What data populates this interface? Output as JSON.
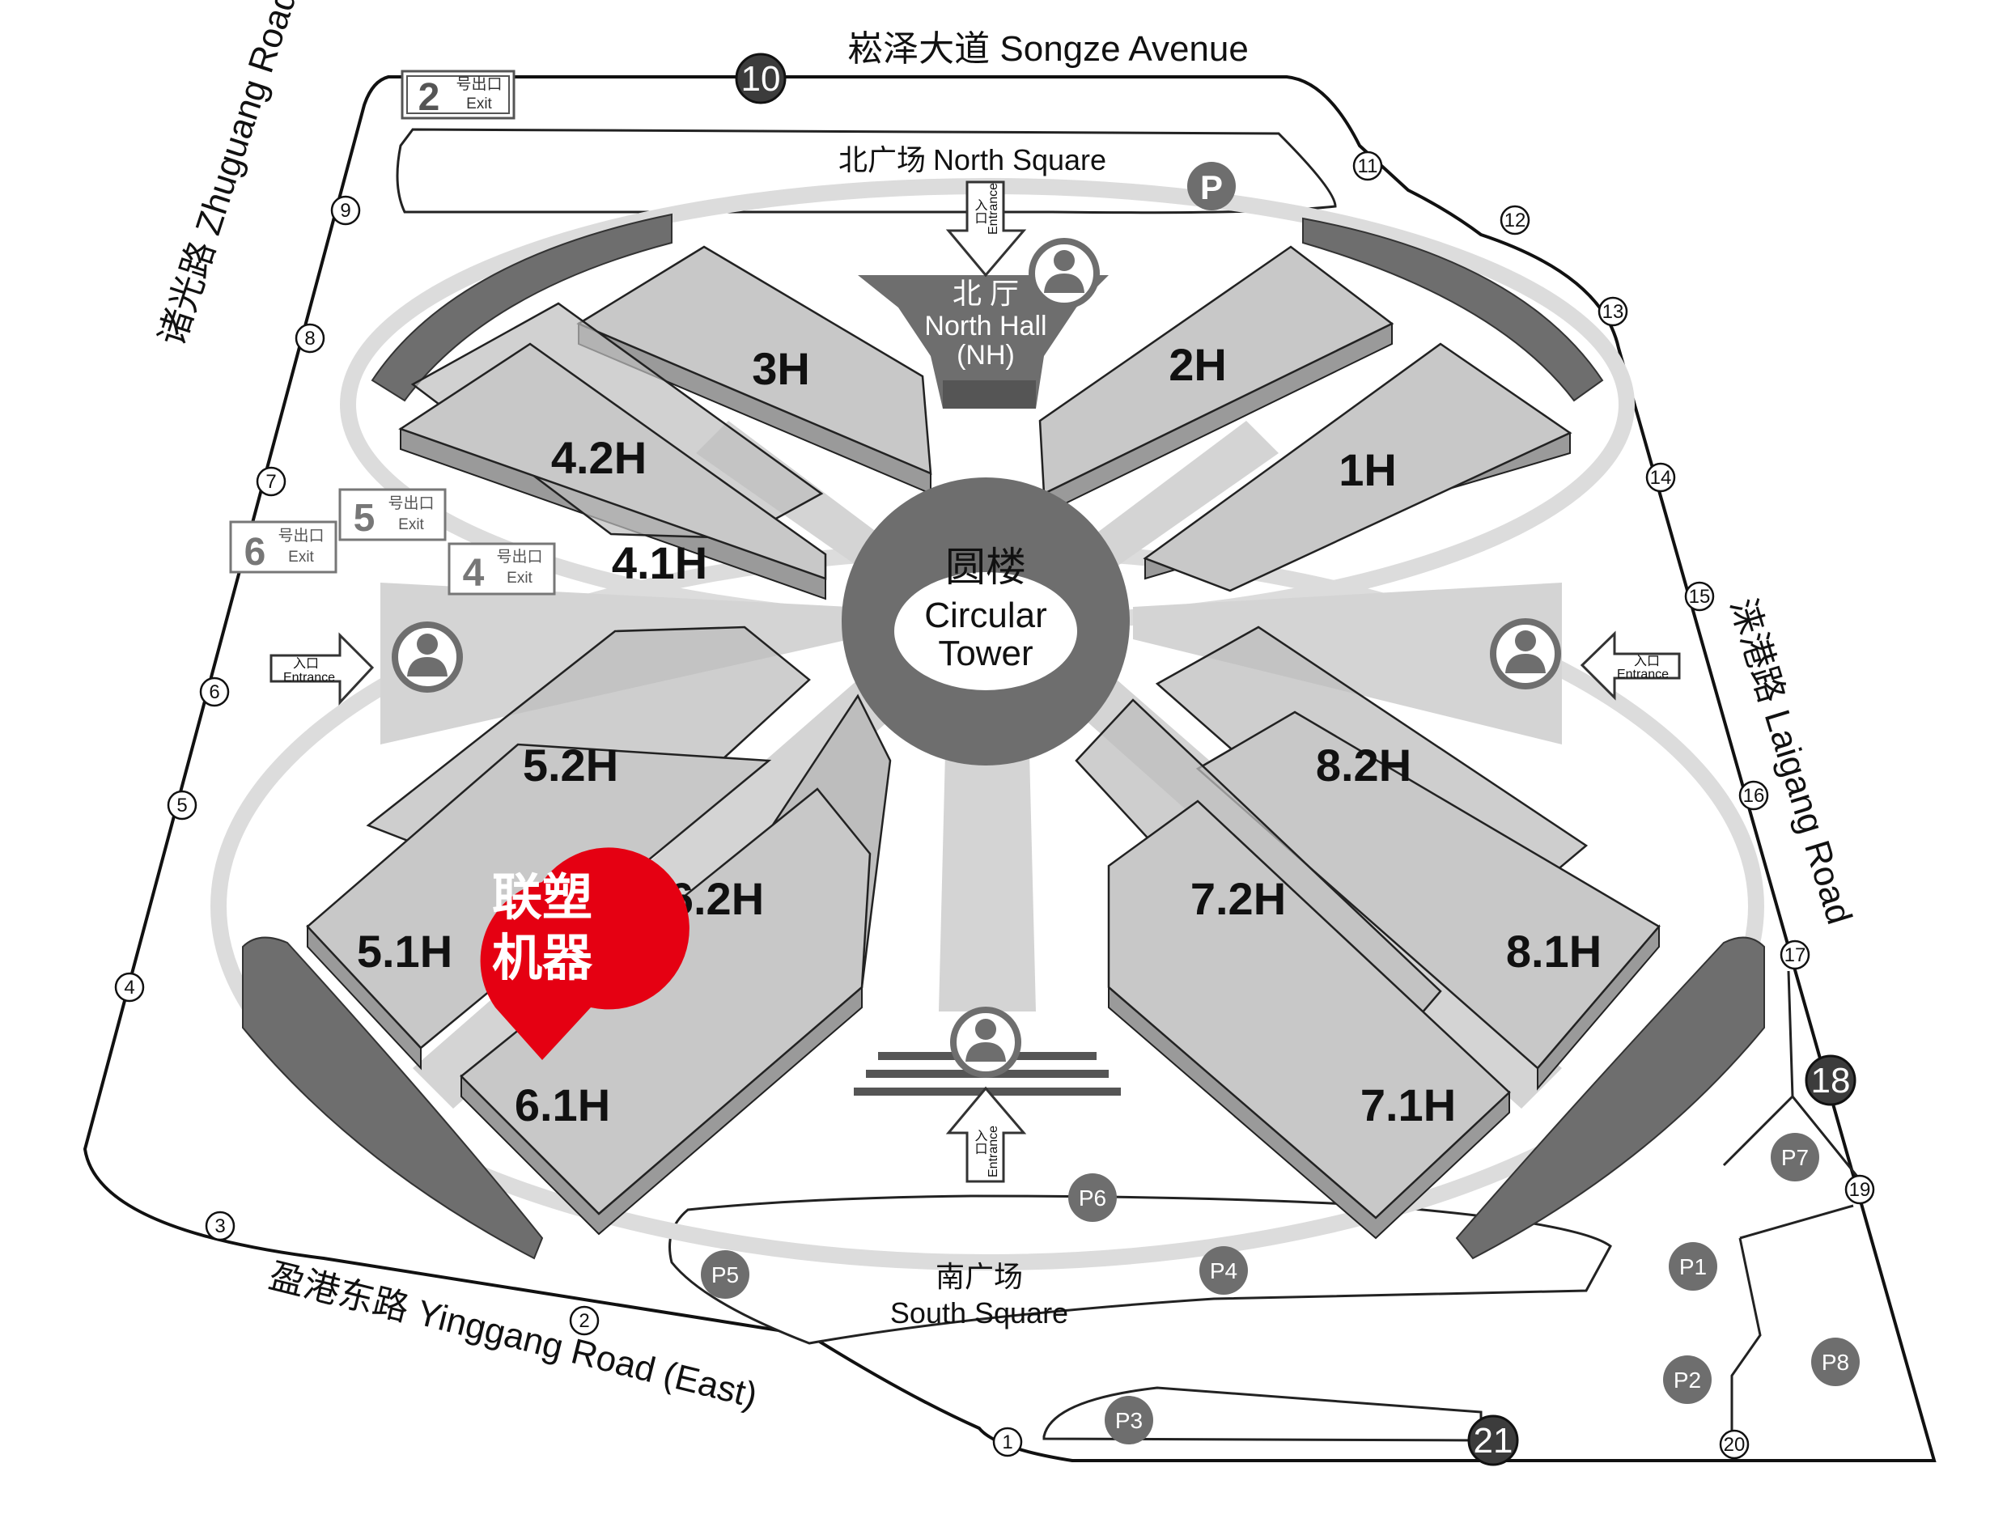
{
  "roads": {
    "north": "崧泽大道 Songze Avenue",
    "west": "诸光路 Zhuguang Road",
    "east": "涞港路 Laigang Road",
    "south": "盈港东路 Yinggang Road (East)"
  },
  "squares": {
    "north_cn": "北广场",
    "north_en": "North Square",
    "south_cn": "南广场",
    "south_en": "South Square"
  },
  "north_hall": {
    "cn": "北 厅",
    "en": "North Hall",
    "abbr": "(NH)"
  },
  "tower": {
    "cn": "圆楼",
    "en1": "Circular",
    "en2": "Tower"
  },
  "halls": {
    "h3": "3H",
    "h2": "2H",
    "h1": "1H",
    "h42": "4.2H",
    "h41": "4.1H",
    "h52": "5.2H",
    "h51": "5.1H",
    "h62": "6.2H",
    "h61": "6.1H",
    "h72": "7.2H",
    "h71": "7.1H",
    "h82": "8.2H",
    "h81": "8.1H"
  },
  "marker": {
    "line1": "联塑",
    "line2": "机器",
    "color": "#e50012"
  },
  "exits": [
    {
      "num": "2",
      "cn": "号出口",
      "en": "Exit"
    },
    {
      "num": "5",
      "cn": "号出口",
      "en": "Exit"
    },
    {
      "num": "6",
      "cn": "号出口",
      "en": "Exit"
    },
    {
      "num": "4",
      "cn": "号出口",
      "en": "Exit"
    }
  ],
  "entrance": {
    "cn": "入口",
    "en": "Entrance"
  },
  "gates": [
    "1",
    "2",
    "3",
    "4",
    "5",
    "6",
    "7",
    "8",
    "9",
    "10",
    "11",
    "12",
    "13",
    "14",
    "15",
    "16",
    "17",
    "18",
    "19",
    "20",
    "21"
  ],
  "parking": {
    "main": "P",
    "lots": [
      "P1",
      "P2",
      "P3",
      "P4",
      "P5",
      "P6",
      "P7",
      "P8"
    ]
  },
  "colors": {
    "hall": "#c8c8c8",
    "hall_side": "#9a9a9a",
    "dark": "#6e6e6e",
    "walk": "#dcdcdc",
    "gate_dark": "#3c3c3c"
  }
}
